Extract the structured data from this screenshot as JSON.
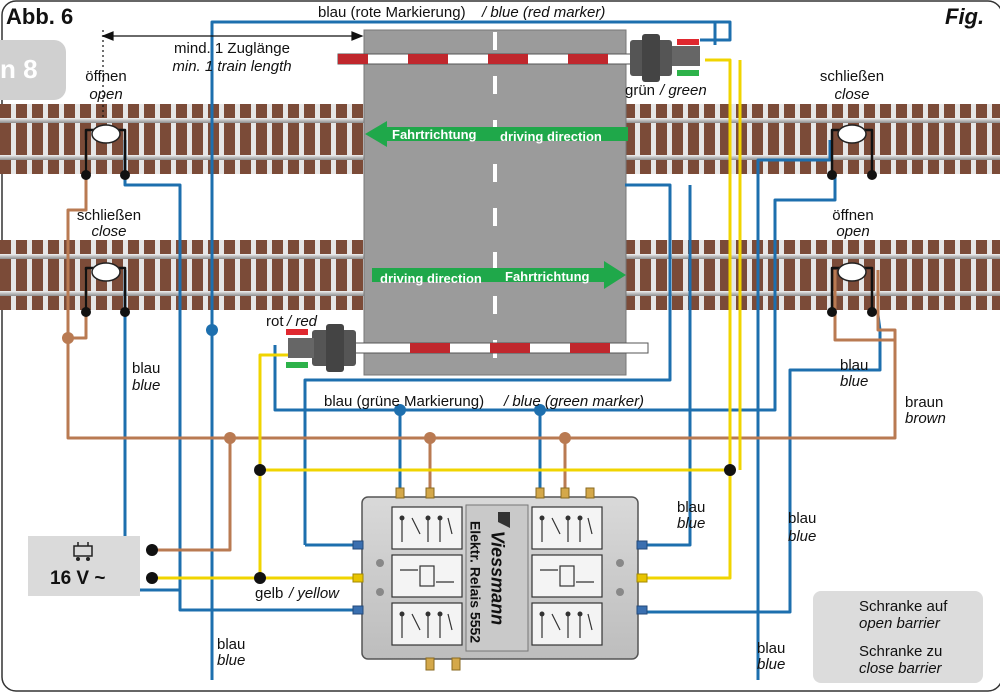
{
  "header": {
    "title_left": "Abb. 6",
    "title_right": "Fig.",
    "tab": "n 8"
  },
  "wire_labels": {
    "top_blue_de": "blau (rote Markierung)",
    "top_blue_en": "/ blue (red marker)",
    "green_marker_de": "blau (grüne Markierung)",
    "green_marker_en": "/ blue (green marker)",
    "blue_de": "blau",
    "blue_en": "blue",
    "brown_de": "braun",
    "brown_en": "brown",
    "yellow_de": "gelb",
    "yellow_en": "/ yellow",
    "green_de": "grün",
    "green_en": "/ green",
    "red_de": "rot",
    "red_en": "/ red"
  },
  "track_labels": {
    "min_length_de": "mind. 1 Zuglänge",
    "min_length_en": "min. 1 train length",
    "open_de": "öffnen",
    "open_en": "open",
    "close_de": "schließen",
    "close_en": "close",
    "direction_de": "Fahrtrichtung",
    "direction_en": "driving direction"
  },
  "power_supply": {
    "voltage": "16 V ~"
  },
  "relay": {
    "brand": "Viessmann",
    "product": "Elektr. Relais 5552"
  },
  "legend": {
    "items": [
      {
        "color": "#e0282f",
        "de": "Schranke auf",
        "en": "open barrier"
      },
      {
        "color": "#2db24a",
        "de": "Schranke zu",
        "en": "close barrier"
      }
    ]
  },
  "colors": {
    "blue_wire": "#1d6fae",
    "brown_wire": "#b97a52",
    "yellow_wire": "#f0d400",
    "road": "#9a9a9a",
    "arrow": "#1fa84a",
    "rail": "#c9c9c9",
    "sleeper": "#7a4a38"
  }
}
